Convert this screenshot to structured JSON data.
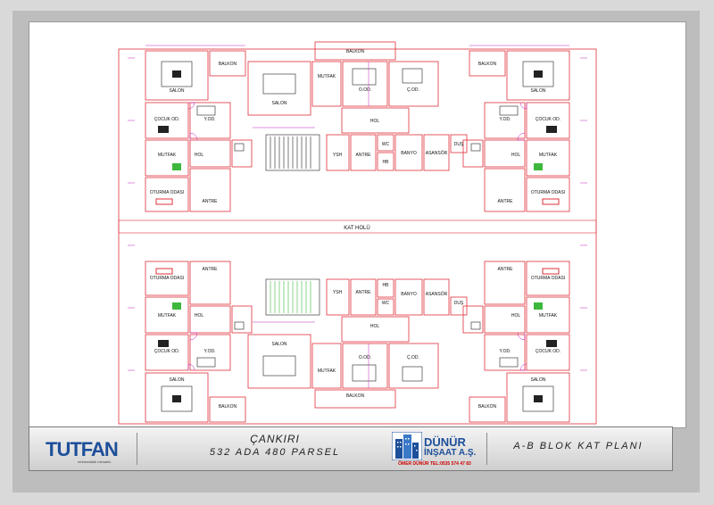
{
  "plan": {
    "corridor_label": "KAT HOLÜ",
    "rooms": {
      "salon": "SALON",
      "balkon": "BALKON",
      "cocuk": "ÇOCUK OD.",
      "yod": "Y.OD.",
      "hol": "HOL",
      "mutfak": "MUTFAK",
      "oturma": "OTURMA ODASI",
      "antre": "ANTRE",
      "yatak": "Ç.OD.",
      "ebeveyn": "O.OD.",
      "ysh": "YSH",
      "wc": "WC",
      "hb": "HB",
      "banyo": "BANYO",
      "dus": "DUŞ",
      "asansor": "ASANSÖR"
    },
    "colors": {
      "wall": "#e0303a",
      "detail": "#c020c0",
      "furniture": "#222222",
      "green": "#3db83d"
    }
  },
  "titleblock": {
    "logo": "TUTFAN",
    "logo_sub": "mühendislik mimarlık",
    "city": "ÇANKIRI",
    "parcel": "532 ADA 480 PARSEL",
    "brand_name": "DÜNÜR",
    "brand_sub": "İNŞAAT A.Ş.",
    "brand_contact": "ÖMER DÜNÜR TEL:0535 574 47 83",
    "sheet_title": "A-B BLOK KAT PLANI"
  }
}
